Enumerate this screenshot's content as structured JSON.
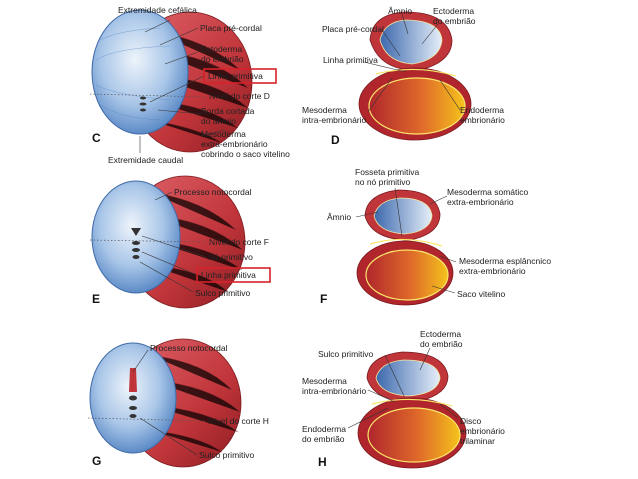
{
  "panels": {
    "C": {
      "letter": "C",
      "labels": {
        "cephalic": "Extremidade cefálica",
        "prechordal": "Placa pré-cordal",
        "ectoderm_1": "Ectoderma",
        "ectoderm_2": "do embrião",
        "primitive_streak": "Linha primitiva",
        "cut_level": "Nível do corte D",
        "amnion_edge_1": "Borda cortada",
        "amnion_edge_2": "do âmnio",
        "mesoderm_1": "Mesoderma",
        "mesoderm_2": "extra-embrionário",
        "mesoderm_3": "cobrindo o saco vitelino",
        "caudal": "Extremidade caudal"
      }
    },
    "D": {
      "letter": "D",
      "labels": {
        "amnion": "Âmnio",
        "ectoderm_1": "Ectoderma",
        "ectoderm_2": "do embrião",
        "prechordal": "Placa pré-cordal",
        "primitive_streak": "Linha primitiva",
        "mesoderm_1": "Mesoderma",
        "mesoderm_2": "intra-embrionário",
        "endoderm_1": "Endoderma",
        "endoderm_2": "embrionário"
      }
    },
    "E": {
      "letter": "E",
      "labels": {
        "notochord": "Processo notocordal",
        "cut_level": "Nível do corte F",
        "node": "Nó primitivo",
        "primitive_streak": "Linha primitiva",
        "groove": "Sulco primitivo"
      }
    },
    "F": {
      "letter": "F",
      "labels": {
        "pit_1": "Fosseta primitiva",
        "pit_2": "no nó primitivo",
        "somatic_1": "Mesoderma somático",
        "somatic_2": "extra-embrionário",
        "amnion": "Âmnio",
        "splanchnic_1": "Mesoderma esplâncnico",
        "splanchnic_2": "extra-embrionário",
        "yolk_sac": "Saco vitelino"
      }
    },
    "G": {
      "letter": "G",
      "labels": {
        "notochord": "Processo notocordal",
        "cut_level": "Nível do corte H",
        "groove": "Sulco primitivo"
      }
    },
    "H": {
      "letter": "H",
      "labels": {
        "ectoderm_1": "Ectoderma",
        "ectoderm_2": "do embrião",
        "groove": "Sulco primitivo",
        "mesoderm_1": "Mesoderma",
        "mesoderm_2": "intra-embrionário",
        "endoderm_1": "Endoderma",
        "endoderm_2": "do embrião",
        "disc_1": "Disco",
        "disc_2": "embrionário",
        "disc_3": "trilaminar"
      }
    }
  },
  "colors": {
    "mesoderm_red": "#c0353a",
    "amnion_blue": "#6f9fd6",
    "endoderm_yellow": "#f3c21a",
    "highlight_box": "#d8222a"
  }
}
